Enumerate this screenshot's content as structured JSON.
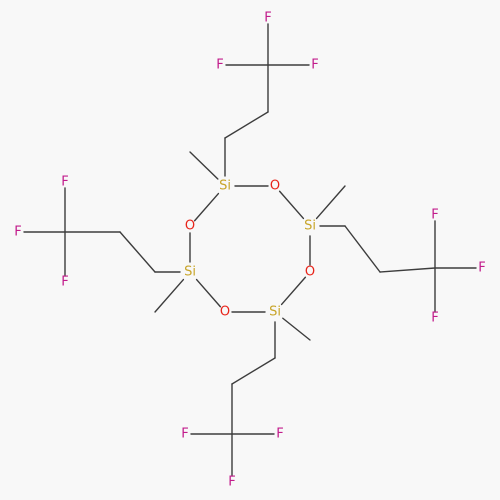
{
  "colors": {
    "background": "#f8f8f8",
    "bond": "#3d3d3d",
    "Si": "#c8a52a",
    "O": "#e8241a",
    "F": "#c21c8c"
  },
  "atoms": [
    {
      "id": "si1",
      "element": "Si",
      "label": "Si"
    },
    {
      "id": "o1",
      "element": "O",
      "label": "O"
    },
    {
      "id": "si2",
      "element": "Si",
      "label": "Si"
    },
    {
      "id": "o2",
      "element": "O",
      "label": "O"
    },
    {
      "id": "si3",
      "element": "Si",
      "label": "Si"
    },
    {
      "id": "o3",
      "element": "O",
      "label": "O"
    },
    {
      "id": "si4",
      "element": "Si",
      "label": "Si"
    },
    {
      "id": "o4",
      "element": "O",
      "label": "O"
    },
    {
      "id": "f1a",
      "element": "F",
      "label": "F"
    },
    {
      "id": "f1b",
      "element": "F",
      "label": "F"
    },
    {
      "id": "f1c",
      "element": "F",
      "label": "F"
    },
    {
      "id": "f2a",
      "element": "F",
      "label": "F"
    },
    {
      "id": "f2b",
      "element": "F",
      "label": "F"
    },
    {
      "id": "f2c",
      "element": "F",
      "label": "F"
    },
    {
      "id": "f3a",
      "element": "F",
      "label": "F"
    },
    {
      "id": "f3b",
      "element": "F",
      "label": "F"
    },
    {
      "id": "f3c",
      "element": "F",
      "label": "F"
    },
    {
      "id": "f4a",
      "element": "F",
      "label": "F"
    },
    {
      "id": "f4b",
      "element": "F",
      "label": "F"
    },
    {
      "id": "f4c",
      "element": "F",
      "label": "F"
    }
  ]
}
